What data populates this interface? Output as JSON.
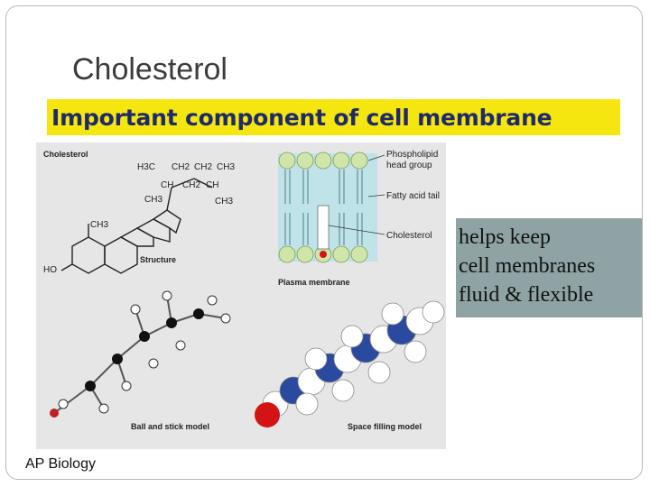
{
  "slide": {
    "title": "Cholesterol",
    "banner": "Important component of cell membrane",
    "callout_lines": [
      "helps keep",
      "cell membranes",
      "fluid & flexible"
    ],
    "footer": "AP Biology"
  },
  "figure": {
    "heading": "Cholesterol",
    "structure_label": "Structure",
    "ball_stick_label": "Ball and stick model",
    "space_filling_label": "Space filling model",
    "plasma_membrane_label": "Plasma membrane",
    "phospholipid_label_1": "Phospholipid",
    "phospholipid_label_2": "head group",
    "fatty_acid_label": "Fatty acid tail",
    "cholesterol_label": "Cholesterol",
    "chem": {
      "h3c": "H3C",
      "ch2_1": "CH2",
      "ch2_2": "CH2",
      "ch3_top": "CH3",
      "ch": "CH",
      "ch2_3": "CH2",
      "ch_right": "CH",
      "ch3_mid": "CH3",
      "ch3_right": "CH3",
      "ch3_left": "CH3",
      "ho": "HO"
    }
  },
  "colors": {
    "banner_bg": "#f5e60f",
    "banner_text": "#1f2a6b",
    "callout_bg": "#8fa3a4",
    "figure_bg": "#e6e6e6",
    "membrane_head": "#cfe6a8",
    "membrane_tail": "#bfe3e8",
    "space_fill_blue": "#2a4aa0",
    "space_fill_red": "#d41414"
  }
}
